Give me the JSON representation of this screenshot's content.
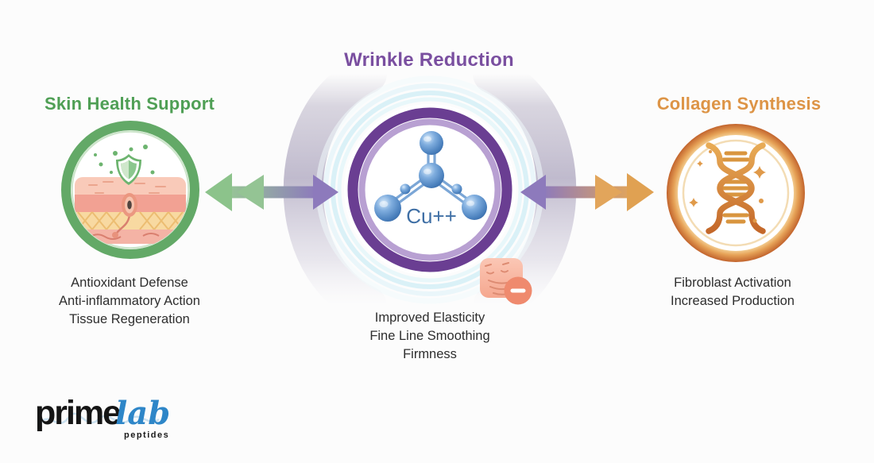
{
  "background_color": "#fcfcfc",
  "panels": {
    "left": {
      "title": "Skin Health Support",
      "title_color": "#4f9f55",
      "benefits": [
        "Antioxidant Defense",
        "Anti-inflammatory Action",
        "Tissue Regeneration"
      ],
      "icon": "skin-layers-shield-icon",
      "ring_color": "#63a967"
    },
    "center": {
      "title": "Wrinkle Reduction",
      "title_color": "#7a4fa0",
      "molecule_label": "Cu++",
      "benefits": [
        "Improved Elasticity",
        "Fine Line Smoothing",
        "Firmness"
      ],
      "icon": "copper-molecule-icon",
      "badge_icon": "wrinkle-face-minus-icon",
      "ring_color": "#6a3e92"
    },
    "right": {
      "title": "Collagen Synthesis",
      "title_color": "#dd9446",
      "benefits": [
        "Fibroblast Activation",
        "Increased Production"
      ],
      "icon": "dna-helix-icon",
      "ring_color": "#c76c2f"
    }
  },
  "connectors": {
    "left_arrow_icon": "green-purple-double-arrow-icon",
    "right_arrow_icon": "purple-orange-double-arrow-icon",
    "arrow_green": "#8cc38b",
    "arrow_purple": "#8d7abc",
    "arrow_orange": "#e2a55b"
  },
  "logo": {
    "prime": "prime",
    "lab": "lab",
    "sub": "peptides"
  },
  "colors": {
    "molecule_blue": "#3e78b8",
    "cu_label_blue": "#3f6fa5",
    "glow_cyan": "#d4eef6",
    "face_badge": "#f5a78f",
    "minus_badge": "#ef8a6e",
    "body_text": "#2e2e2e",
    "logo_blue": "#2e86c8"
  }
}
